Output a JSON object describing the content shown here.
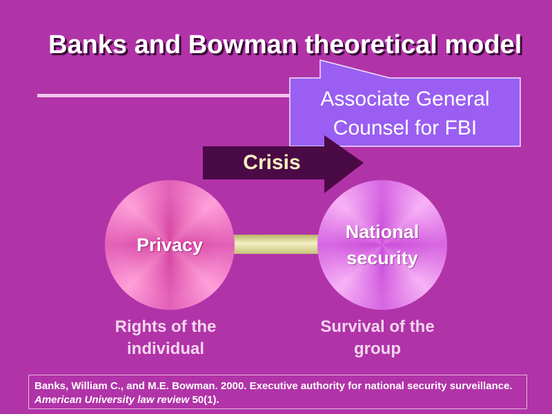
{
  "slide": {
    "title": "Banks and Bowman theoretical model",
    "callout": {
      "line1": "Associate General",
      "line2": "Counsel for FBI"
    },
    "arrow_label": "Crisis",
    "left_circle": "Privacy",
    "right_circle": {
      "line1": "National",
      "line2": "security"
    },
    "left_caption": {
      "line1": "Rights of the",
      "line2": "individual"
    },
    "right_caption": {
      "line1": "Survival of the",
      "line2": "group"
    },
    "citation": {
      "part1": "Banks, William C., and M.E. Bowman.  2000.  Executive authority for national security surveillance.  ",
      "journal": "American University law review",
      "part2": " 50(1)."
    }
  },
  "colors": {
    "background": "#b133a8",
    "callout_fill": "#9a5ff2",
    "arrow_fill": "#4a0a45",
    "title_rule": "#f3c4ee"
  }
}
